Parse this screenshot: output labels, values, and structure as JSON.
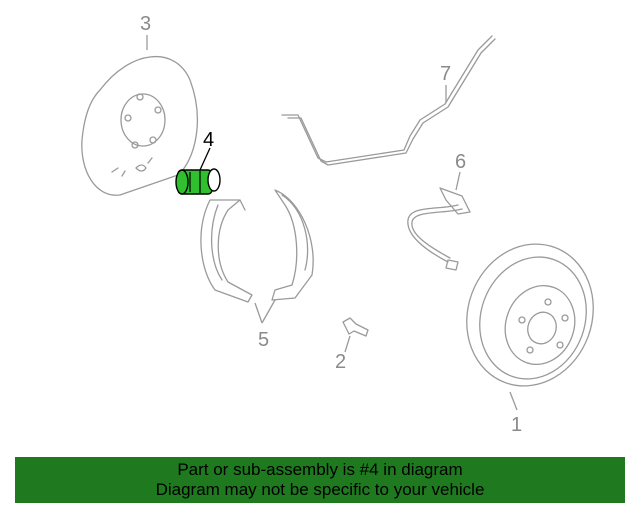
{
  "callouts": {
    "c1": "1",
    "c2": "2",
    "c3": "3",
    "c4": "4",
    "c5": "5",
    "c6": "6",
    "c7": "7"
  },
  "highlight_color": "#2fbf2f",
  "banner": {
    "line1": "Part or sub-assembly is #4 in diagram",
    "line2": "Diagram may not be specific to your vehicle",
    "background": "#1f7a1f"
  }
}
